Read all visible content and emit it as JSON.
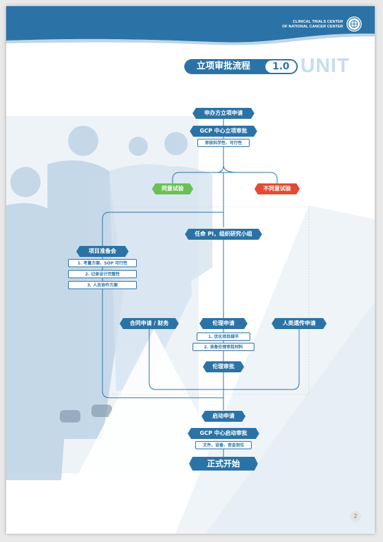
{
  "header": {
    "org_line1": "CLINICAL TRIALS CENTER",
    "org_line2": "OF NATIONAL CANCER CENTER"
  },
  "title": {
    "text": "立项审批流程",
    "version": "1.0",
    "unit": "UNIT"
  },
  "flow": {
    "sponsor_apply": "申办方立项申请",
    "gcp_review": "GCP 中心立项审批",
    "review_note": "审核科学性、可行性",
    "agree": "同意试验",
    "disagree": "不同意试验",
    "appoint_pi": "任命 PI，组织研究小组",
    "project_prep": {
      "title": "项目准备会",
      "items": [
        "1. 考量方案、SOP 可行性",
        "2. 记录设计完整性",
        "3. 人员协作方案"
      ]
    },
    "contract": "合同申请 / 财务",
    "ethics_apply": "伦理申请",
    "ethics_items": [
      "1. 优化项目细节",
      "2. 准备伦理审批材料"
    ],
    "genetic_apply": "人类遗传申请",
    "ethics_approval": "伦理审批",
    "launch_apply": "启动申请",
    "gcp_launch_review": "GCP 中心启动审批",
    "launch_note": "文件、设备、资金到位",
    "start": "正式开始"
  },
  "page_number": "2",
  "colors": {
    "primary": "#2b73a6",
    "agree": "#6abf55",
    "disagree": "#e24b33",
    "unit_text": "#c4def0"
  }
}
